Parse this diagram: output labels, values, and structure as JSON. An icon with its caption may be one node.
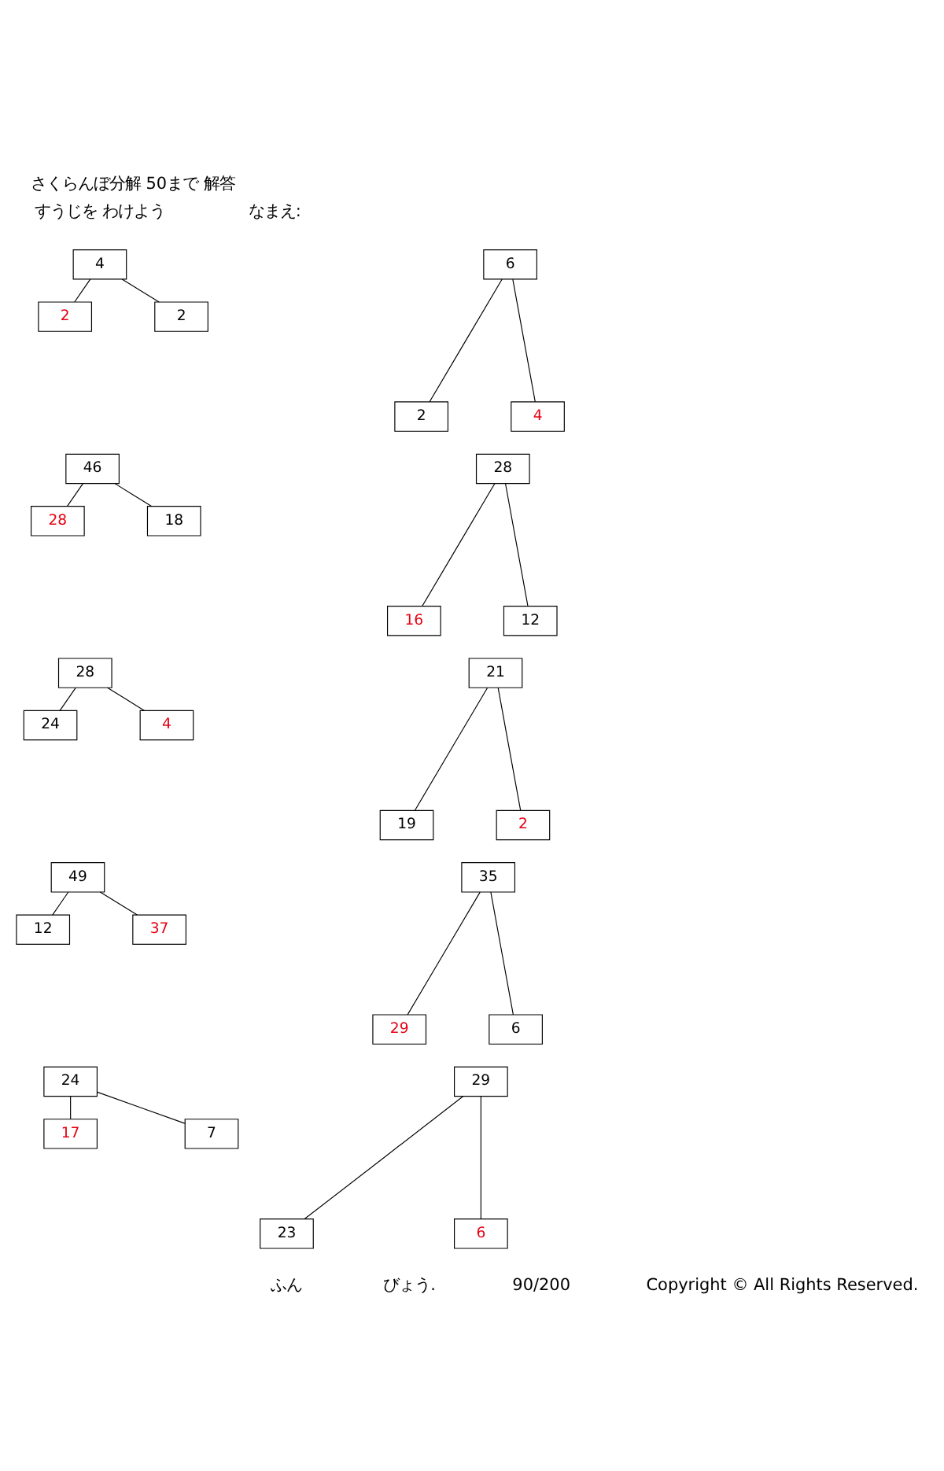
{
  "diagram": {
    "title": "さくらんぼ分解 50まで 解答",
    "nodes": [
      {
        "text": [
          "4"
        ]
      },
      {
        "text": [
          "2"
        ]
      },
      {
        "text": [
          "2"
        ]
      },
      {
        "text": [
          "6"
        ]
      },
      {
        "text": [
          "2"
        ]
      },
      {
        "text": [
          "4"
        ]
      },
      {
        "text": [
          "46"
        ]
      },
      {
        "text": [
          "28"
        ]
      },
      {
        "text": [
          "18"
        ]
      },
      {
        "text": [
          "28"
        ]
      },
      {
        "text": [
          "16"
        ]
      },
      {
        "text": [
          "12"
        ]
      },
      {
        "text": [
          "28"
        ]
      },
      {
        "text": [
          "24"
        ]
      },
      {
        "text": [
          "4"
        ]
      },
      {
        "text": [
          "21"
        ]
      },
      {
        "text": [
          "19"
        ]
      },
      {
        "text": [
          "2"
        ]
      },
      {
        "text": [
          "49"
        ]
      },
      {
        "text": [
          "12"
        ]
      },
      {
        "text": [
          "37"
        ]
      },
      {
        "text": [
          "35"
        ]
      },
      {
        "text": [
          "29"
        ]
      },
      {
        "text": [
          "6"
        ]
      },
      {
        "text": [
          "24"
        ]
      },
      {
        "text": [
          "17"
        ]
      },
      {
        "text": [
          "7"
        ]
      },
      {
        "text": [
          "29"
        ]
      },
      {
        "text": [
          "23"
        ]
      },
      {
        "text": [
          "6"
        ]
      }
    ],
    "edges": [
      {
        "from": 0,
        "to": 1,
        "arrow": "none"
      },
      {
        "from": 0,
        "to": 2,
        "arrow": "none"
      },
      {
        "from": 3,
        "to": 4,
        "arrow": "none"
      },
      {
        "from": 3,
        "to": 5,
        "arrow": "none"
      },
      {
        "from": 6,
        "to": 7,
        "arrow": "none"
      },
      {
        "from": 6,
        "to": 8,
        "arrow": "none"
      },
      {
        "from": 9,
        "to": 10,
        "arrow": "none"
      },
      {
        "from": 9,
        "to": 11,
        "arrow": "none"
      },
      {
        "from": 12,
        "to": 13,
        "arrow": "none"
      },
      {
        "from": 12,
        "to": 14,
        "arrow": "none"
      },
      {
        "from": 15,
        "to": 16,
        "arrow": "none"
      },
      {
        "from": 15,
        "to": 17,
        "arrow": "none"
      },
      {
        "from": 18,
        "to": 19,
        "arrow": "none"
      },
      {
        "from": 18,
        "to": 20,
        "arrow": "none"
      },
      {
        "from": 21,
        "to": 22,
        "arrow": "none"
      },
      {
        "from": 21,
        "to": 23,
        "arrow": "none"
      },
      {
        "from": 24,
        "to": 25,
        "arrow": "none"
      },
      {
        "from": 24,
        "to": 26,
        "arrow": "none"
      },
      {
        "from": 27,
        "to": 28,
        "arrow": "none"
      },
      {
        "from": 27,
        "to": 29,
        "arrow": "none"
      }
    ],
    "labels": [
      "すうじを わけよう",
      "なまえ:",
      "ふん",
      "びょう.",
      "90/200",
      "Copyright © All Rights Reserved."
    ]
  }
}
